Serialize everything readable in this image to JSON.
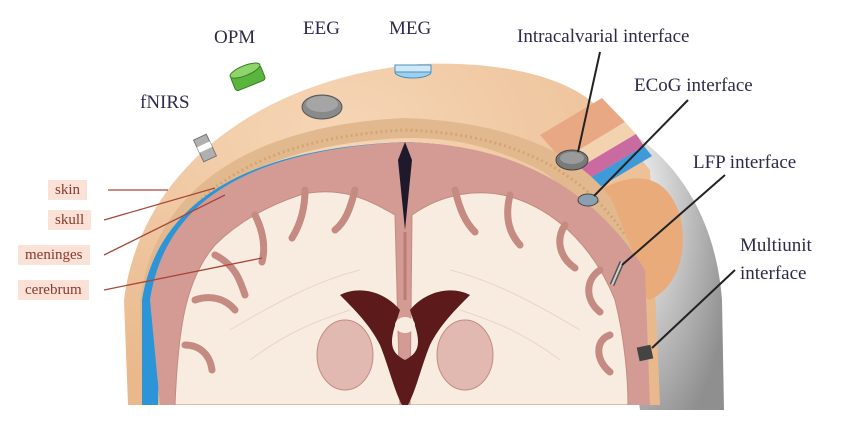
{
  "colors": {
    "skin": "#f0c9a6",
    "skull": "#e2b98e",
    "meninges": "#2c95d8",
    "gray_matter": "#d49b94",
    "white_matter": "#f7ecdf",
    "ventricle": "#5c1a1a",
    "label_bg": "#fbe1d6",
    "label_text": "#8a3a2e",
    "callout_text": "#2d2a4a",
    "leader_line": "#222222"
  },
  "tissue_labels": {
    "skin": "skin",
    "skull": "skull",
    "meninges": "meninges",
    "cerebrum": "cerebrum"
  },
  "sensors": {
    "opm": "OPM",
    "eeg": "EEG",
    "meg": "MEG",
    "fnirs": "fNIRS"
  },
  "interfaces": {
    "intracalvarial": "Intracalvarial interface",
    "ecog": "ECoG interface",
    "lfp": "LFP interface",
    "multiunit_line1": "Multiunit",
    "multiunit_line2": "interface"
  },
  "icons": [
    "opm-sensor-icon",
    "eeg-electrode-icon",
    "meg-sensor-icon",
    "fnirs-optode-icon",
    "intracalvarial-electrode-icon",
    "ecog-electrode-icon",
    "lfp-probe-icon",
    "multiunit-probe-icon"
  ]
}
